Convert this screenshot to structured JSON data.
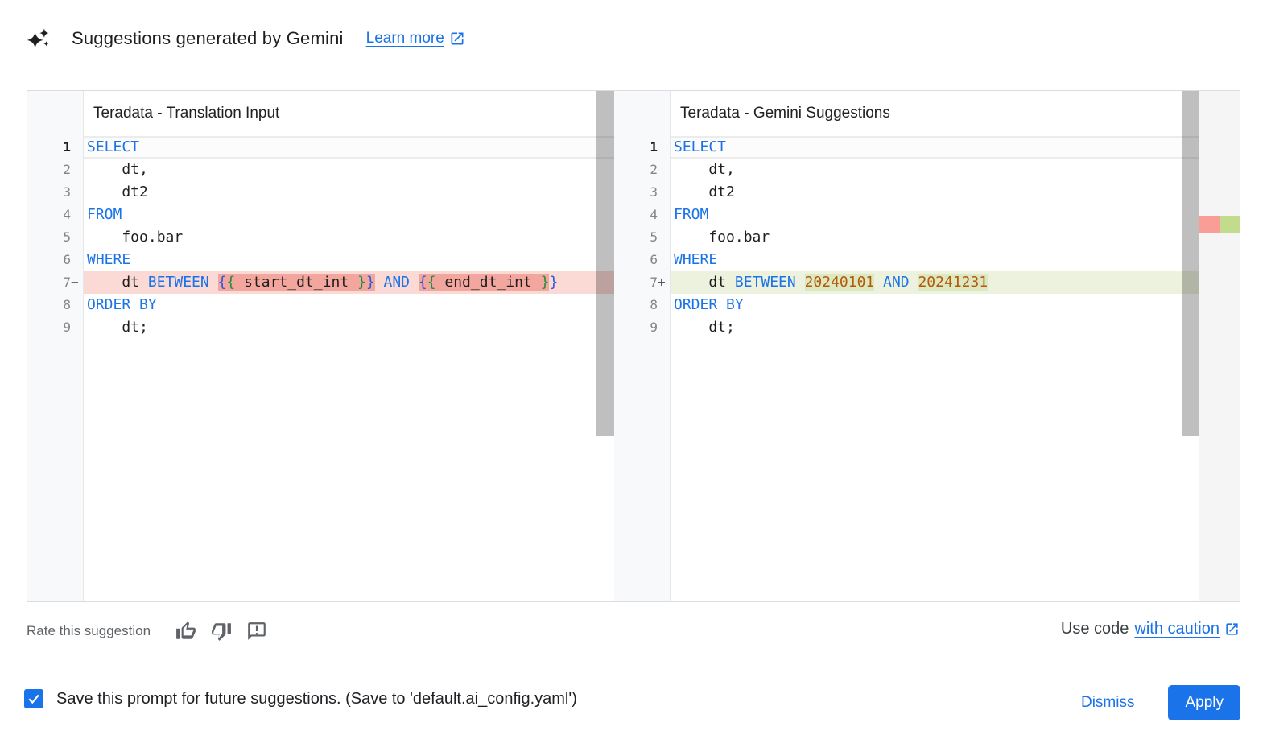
{
  "header": {
    "title": "Suggestions generated by Gemini",
    "learn_more_label": "Learn more"
  },
  "panels": [
    {
      "title": "Teradata - Translation Input",
      "diff": "removed",
      "lines": [
        {
          "n": "1",
          "active": true,
          "seg": [
            {
              "t": "SELECT",
              "c": "kw"
            }
          ]
        },
        {
          "n": "2",
          "seg": [
            {
              "t": "    dt,",
              "c": "txt"
            }
          ]
        },
        {
          "n": "3",
          "seg": [
            {
              "t": "    dt2",
              "c": "txt"
            }
          ]
        },
        {
          "n": "4",
          "seg": [
            {
              "t": "FROM",
              "c": "kw"
            }
          ]
        },
        {
          "n": "5",
          "seg": [
            {
              "t": "    foo.bar",
              "c": "txt"
            }
          ]
        },
        {
          "n": "6",
          "seg": [
            {
              "t": "WHERE",
              "c": "kw"
            }
          ]
        },
        {
          "n": "7",
          "sign": "−",
          "type": "removed",
          "seg": [
            {
              "t": "    dt ",
              "c": "txt"
            },
            {
              "t": "BETWEEN",
              "c": "kw"
            },
            {
              "t": " ",
              "c": "txt"
            },
            {
              "t": "{",
              "c": "bb",
              "m": true
            },
            {
              "t": "{",
              "c": "gb",
              "m": true
            },
            {
              "t": " start_dt_int ",
              "c": "txt",
              "m": true
            },
            {
              "t": "}",
              "c": "gb",
              "m": true
            },
            {
              "t": "}",
              "c": "bb",
              "m": true
            },
            {
              "t": " ",
              "c": "txt"
            },
            {
              "t": "AND",
              "c": "kw"
            },
            {
              "t": " ",
              "c": "txt"
            },
            {
              "t": "{",
              "c": "bb",
              "m": true
            },
            {
              "t": "{",
              "c": "gb",
              "m": true
            },
            {
              "t": " end_dt_int ",
              "c": "txt",
              "m": true
            },
            {
              "t": "}",
              "c": "gb",
              "m": true
            },
            {
              "t": "}",
              "c": "bb"
            }
          ]
        },
        {
          "n": "8",
          "seg": [
            {
              "t": "ORDER BY",
              "c": "kw"
            }
          ]
        },
        {
          "n": "9",
          "seg": [
            {
              "t": "    dt;",
              "c": "txt"
            }
          ]
        }
      ]
    },
    {
      "title": "Teradata - Gemini Suggestions",
      "diff": "added",
      "lines": [
        {
          "n": "1",
          "active": true,
          "seg": [
            {
              "t": "SELECT",
              "c": "kw"
            }
          ]
        },
        {
          "n": "2",
          "seg": [
            {
              "t": "    dt,",
              "c": "txt"
            }
          ]
        },
        {
          "n": "3",
          "seg": [
            {
              "t": "    dt2",
              "c": "txt"
            }
          ]
        },
        {
          "n": "4",
          "seg": [
            {
              "t": "FROM",
              "c": "kw"
            }
          ]
        },
        {
          "n": "5",
          "seg": [
            {
              "t": "    foo.bar",
              "c": "txt"
            }
          ]
        },
        {
          "n": "6",
          "seg": [
            {
              "t": "WHERE",
              "c": "kw"
            }
          ]
        },
        {
          "n": "7",
          "sign": "+",
          "type": "added",
          "seg": [
            {
              "t": "    dt ",
              "c": "txt"
            },
            {
              "t": "BETWEEN",
              "c": "kw"
            },
            {
              "t": " ",
              "c": "txt"
            },
            {
              "t": "20240101",
              "c": "lit",
              "m": true
            },
            {
              "t": " ",
              "c": "txt"
            },
            {
              "t": "AND",
              "c": "kw"
            },
            {
              "t": " ",
              "c": "txt"
            },
            {
              "t": "20241231",
              "c": "lit",
              "m": true
            }
          ]
        },
        {
          "n": "8",
          "seg": [
            {
              "t": "ORDER BY",
              "c": "kw"
            }
          ]
        },
        {
          "n": "9",
          "seg": [
            {
              "t": "    dt;",
              "c": "txt"
            }
          ]
        }
      ]
    }
  ],
  "footer": {
    "rate_label": "Rate this suggestion",
    "use_code_prefix": "Use code",
    "use_code_link": "with caution",
    "save_label": "Save this prompt for future suggestions. (Save to 'default.ai_config.yaml')",
    "save_checked": true,
    "dismiss_label": "Dismiss",
    "apply_label": "Apply"
  },
  "colors": {
    "accent": "#1a73e8",
    "keyword": "#1a73e8",
    "literal": "#b3590a",
    "brace_green": "#1e8e3e",
    "brace_blue": "#2659df",
    "removed_line_bg": "#fbd9d5",
    "removed_token_bg": "#f3a69e",
    "added_line_bg": "#edf2de",
    "added_token_bg": "#dde8c1",
    "ruler_removed": "#f99d96",
    "ruler_added": "#c3db8d",
    "gutter_bg": "#f8f9fa"
  }
}
